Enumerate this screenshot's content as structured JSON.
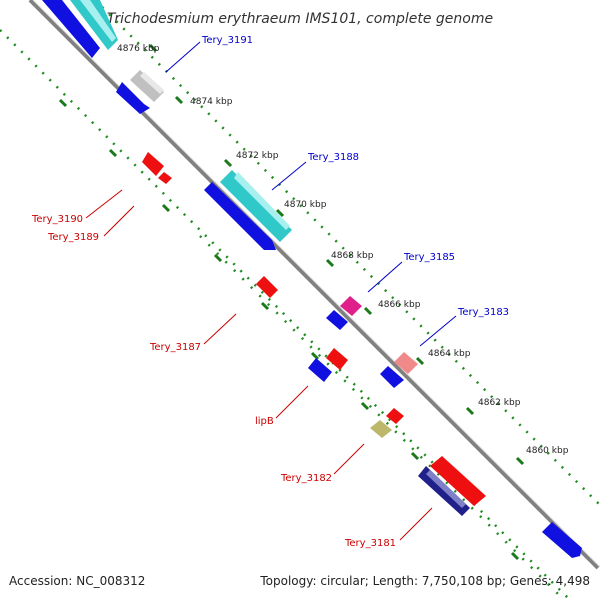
{
  "title": "Trichodesmium erythraeum IMS101, complete genome",
  "footer": {
    "accession": "Accession: NC_008312",
    "topology": "Topology: circular; Length: 7,750,108 bp; Genes: 4,498"
  },
  "ticks": [
    "4876 kbp",
    "4874 kbp",
    "4872 kbp",
    "4870 kbp",
    "4868 kbp",
    "4866 kbp",
    "4864 kbp",
    "4862 kbp",
    "4860 kbp"
  ],
  "genes": {
    "tery_3191": "Tery_3191",
    "tery_3188": "Tery_3188",
    "tery_3185": "Tery_3185",
    "tery_3183": "Tery_3183",
    "tery_3190": "Tery_3190",
    "tery_3189": "Tery_3189",
    "tery_3187": "Tery_3187",
    "lipb": "lipB",
    "tery_3182": "Tery_3182",
    "tery_3181": "Tery_3181"
  },
  "colors": {
    "backbone": "#808080",
    "tick": "#228b22",
    "forward_label": "#0000cc",
    "reverse_label": "#cc0000",
    "blue": "#1010e0",
    "cyan": "#30c8c8",
    "red": "#ee1010",
    "grey": "#c0c0c0",
    "magenta": "#e0208a",
    "pink": "#f08a8a",
    "olive": "#bdb76b",
    "navy": "#20208a"
  }
}
